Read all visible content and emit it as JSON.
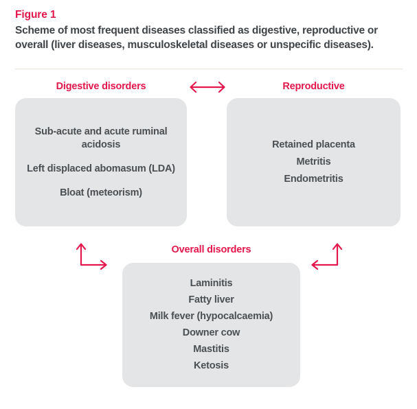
{
  "figure": {
    "label": "Figure 1",
    "caption": "Scheme of most frequent diseases classified as digestive, reproductive or overall (liver diseases, musculoskeletal diseases or unspecific diseases).",
    "accent_color": "#e4174c",
    "box_fill_color": "#e4e5e6",
    "text_color": "#4a4f53",
    "rule_color": "#e8e3d4",
    "background_color": "#ffffff"
  },
  "groups": [
    {
      "id": "digestive",
      "title": "Digestive disorders",
      "items": [
        "Sub-acute and acute ruminal acidosis",
        "Left displaced abomasum (LDA)",
        "Bloat (meteorism)"
      ]
    },
    {
      "id": "reproductive",
      "title": "Reproductive",
      "items": [
        "Retained placenta",
        "Metritis",
        "Endometritis"
      ]
    },
    {
      "id": "overall",
      "title": "Overall disorders",
      "items": [
        "Laminitis",
        "Fatty liver",
        "Milk fever (hypocalcaemia)",
        "Downer cow",
        "Mastitis",
        "Ketosis"
      ]
    }
  ],
  "connectors": [
    {
      "id": "digestive-reproductive",
      "name": "double-headed-horizontal-arrow",
      "from": "digestive",
      "to": "reproductive",
      "direction": "bidirectional"
    },
    {
      "id": "digestive-overall",
      "name": "elbow-arrow-up-right",
      "from": "digestive",
      "to": "overall",
      "direction": "bidirectional"
    },
    {
      "id": "reproductive-overall",
      "name": "elbow-arrow-up-left",
      "from": "reproductive",
      "to": "overall",
      "direction": "bidirectional"
    }
  ]
}
